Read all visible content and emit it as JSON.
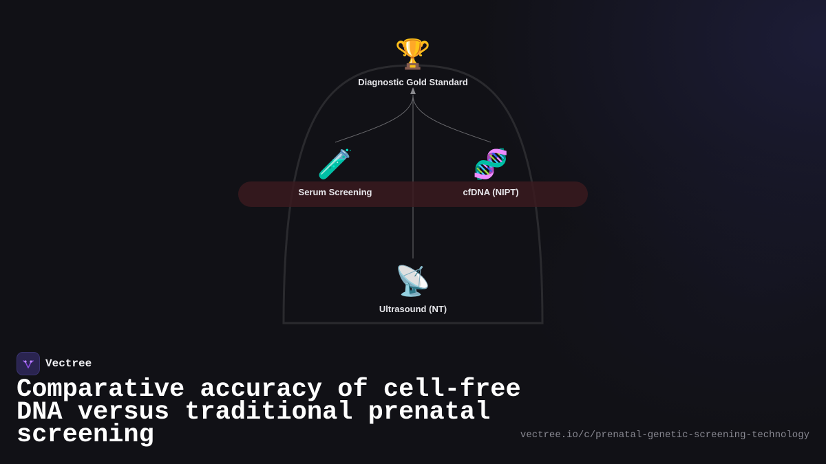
{
  "diagram": {
    "nodes": [
      {
        "id": "gold",
        "label": "Diagnostic Gold Standard",
        "icon": "trophy-icon",
        "glyph": "🏆"
      },
      {
        "id": "serum",
        "label": "Serum Screening",
        "icon": "test-tube-icon",
        "glyph": "🧪"
      },
      {
        "id": "cfdna",
        "label": "cfDNA (NIPT)",
        "icon": "dna-icon",
        "glyph": "🧬"
      },
      {
        "id": "ultra",
        "label": "Ultrasound (NT)",
        "icon": "satellite-dish-icon",
        "glyph": "📡"
      }
    ],
    "edges": [
      {
        "from": "serum",
        "to": "gold"
      },
      {
        "from": "cfdna",
        "to": "gold"
      },
      {
        "from": "ultra",
        "to": "gold"
      }
    ],
    "colors": {
      "band": "#3a1a1e",
      "arch": "#2a2a2e",
      "edge": "#6a6a6e"
    }
  },
  "brand": {
    "name": "Vectree",
    "logo_icon": "vectree-logo-icon",
    "logo_color": "#8a4de0"
  },
  "title": "Comparative accuracy of cell-free DNA versus traditional prenatal screening",
  "url": "vectree.io/c/prenatal-genetic-screening-technology"
}
